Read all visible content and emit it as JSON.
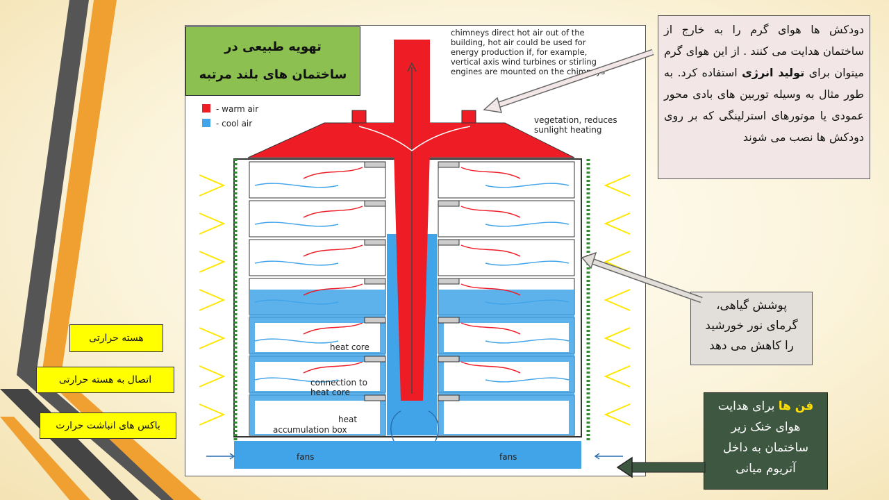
{
  "slide": {
    "title_line1": "تهویه طبیعی در",
    "title_line2": "ساختمان های بلند مرتبه",
    "chimney_note": {
      "part1": "دودکش ها هوای گرم را به خارج از ساختمان هدایت می کنند . از این هوای گرم میتوان برای ",
      "bold": "تولید انرژی",
      "part2": " استفاده کرد. به طور مثال به وسیله توربین های بادی محور عمودی یا موتورهای استرلینگی که بر روی دودکش ها نصب می شوند"
    },
    "veg_note_lines": [
      "پوشش گیاهی،",
      "گرمای نور خورشید",
      "را کاهش می دهد"
    ],
    "fan_note": {
      "highlight": "فن ها",
      "line1_rest": " برای هدایت",
      "line2": "هوای خنک زیر",
      "line3": "ساختمان به داخل",
      "line4": "آتریوم میانی"
    },
    "labels": {
      "heat_core": "هسته حرارتی",
      "connection": "اتصال به هسته حرارتی",
      "accumulation": "باکس های انباشت حرارت"
    }
  },
  "diagram": {
    "chimney_text": [
      "chimneys direct hot air out of the",
      "building, hot air could be used for",
      "energy production if, for example,",
      "vertical axis wind turbines or stirling",
      "engines are mounted on the chimneys"
    ],
    "legend": {
      "warm": "- warm air",
      "cool": "- cool air"
    },
    "vegetation_text": [
      "vegetation, reduces",
      "sunlight heating"
    ],
    "heat_core": "heat core",
    "connection": [
      "connection to",
      "heat core"
    ],
    "accumulation": [
      "heat",
      "accumulation box"
    ],
    "fans": "fans",
    "colors": {
      "warm": "#ee1c25",
      "cool": "#41a4e8",
      "vegetation": "#2e8b2e",
      "arrow_yellow": "#ffe600"
    }
  }
}
